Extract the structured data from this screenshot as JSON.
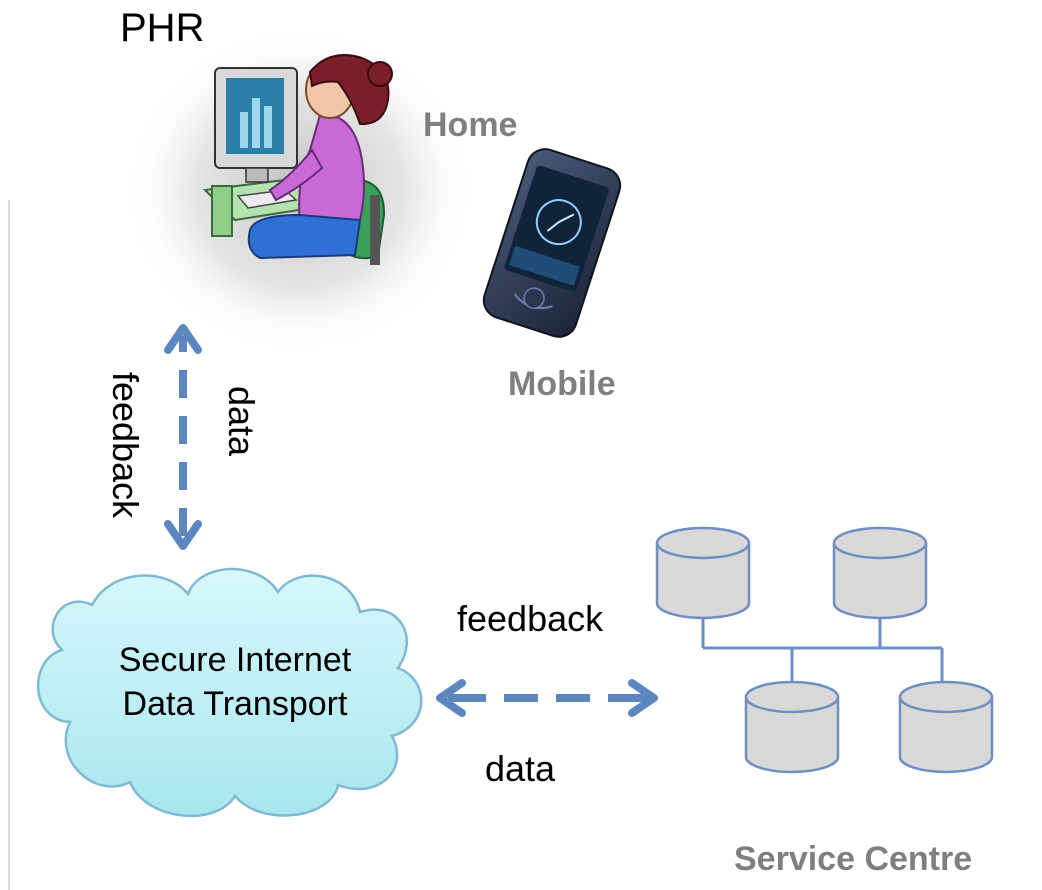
{
  "title": "PHR",
  "labels": {
    "home": "Home",
    "mobile": "Mobile",
    "service_centre": "Service Centre",
    "cloud_line1": "Secure Internet",
    "cloud_line2": "Data Transport",
    "vertical_feedback": "feedback",
    "vertical_data": "data",
    "horizontal_feedback": "feedback",
    "horizontal_data": "data"
  },
  "colors": {
    "arrow": "#5b86c0",
    "cloud_fill": "#bfeff5",
    "cloud_stroke": "#7fb9d4",
    "db_fill": "#d9d9d9",
    "db_stroke": "#6f8fc4",
    "label_gray": "#7f7f7f"
  },
  "icons": {
    "home_user": "person-at-computer-icon",
    "mobile": "smartphone-icon",
    "service": "database-network-icon",
    "internet": "cloud-icon"
  }
}
